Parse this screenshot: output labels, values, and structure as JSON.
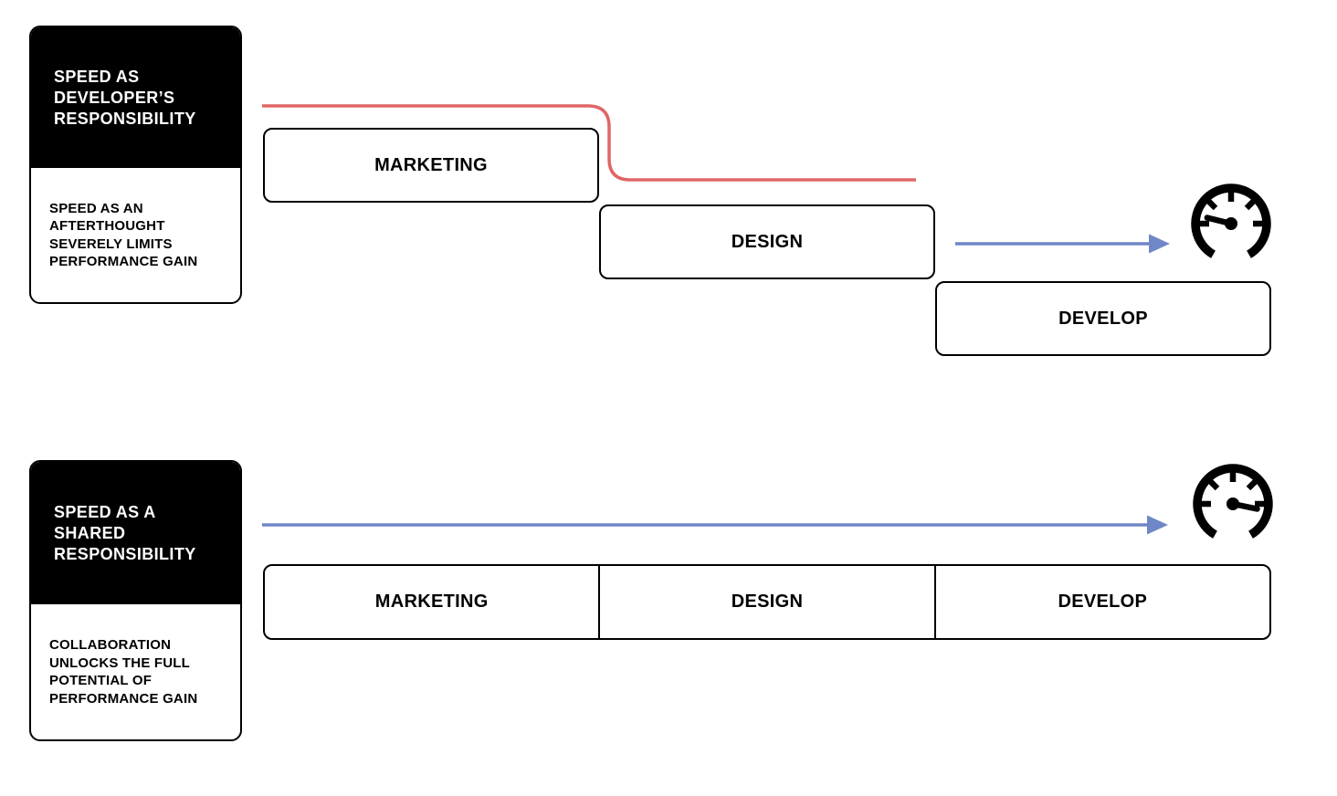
{
  "colors": {
    "ink": "#000000",
    "paper": "#ffffff",
    "red_line": "#e06666",
    "blue_arrow": "#6f87c6"
  },
  "waterfall": {
    "card": {
      "title": "SPEED AS\nDEVELOPER’S\nRESPONSIBILITY",
      "note": "SPEED AS AN\nAFTERTHOUGHT\nSEVERELY LIMITS\nPERFORMANCE GAIN"
    },
    "steps": [
      {
        "label": "MARKETING"
      },
      {
        "label": "DESIGN"
      },
      {
        "label": "DEVELOP"
      }
    ],
    "result_icon": "speedometer-slow"
  },
  "shared": {
    "card": {
      "title": "SPEED AS A\nSHARED\nRESPONSIBILITY",
      "note": "COLLABORATION\nUNLOCKS THE FULL\nPOTENTIAL OF\nPERFORMANCE GAIN"
    },
    "steps": [
      {
        "label": "MARKETING"
      },
      {
        "label": "DESIGN"
      },
      {
        "label": "DEVELOP"
      }
    ],
    "result_icon": "speedometer-fast"
  }
}
